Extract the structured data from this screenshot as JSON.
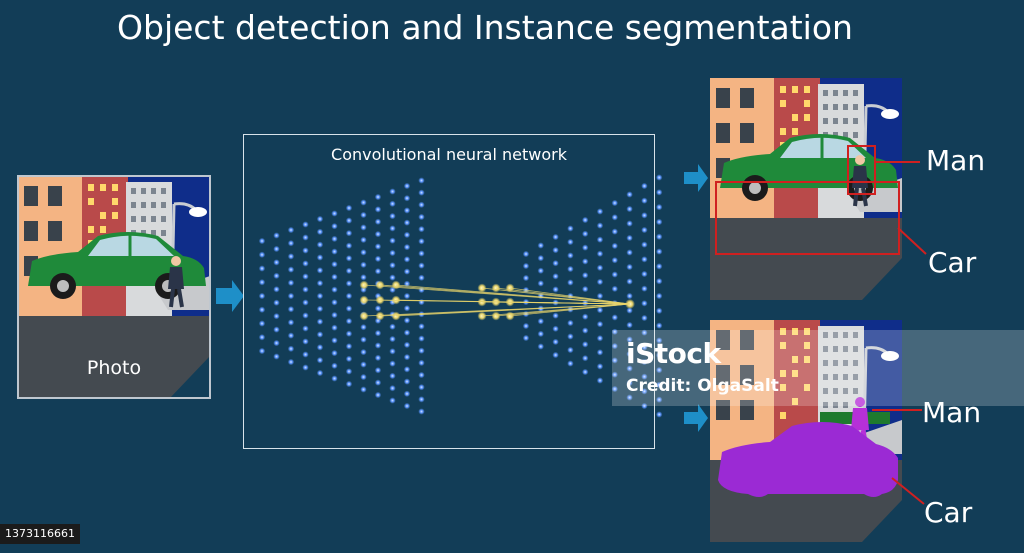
{
  "title": "Object detection and Instance segmentation",
  "network": {
    "label": "Convolutional neural network"
  },
  "input": {
    "caption": "Photo"
  },
  "detection": {
    "labels": [
      "Man",
      "Car"
    ]
  },
  "segmentation": {
    "labels": [
      "Man",
      "Car"
    ]
  },
  "watermark": {
    "logo": "iStock",
    "credit": "Credit: OlgaSalt"
  },
  "stock_id": "1373116661",
  "colors": {
    "background": "#123d57",
    "arrow": "#1e8fc8",
    "box": "#d02020",
    "mask": "#9b2ad4",
    "car": "#1f8a3a",
    "neuron": "#6fa8ff",
    "node": "#f0e68c"
  }
}
